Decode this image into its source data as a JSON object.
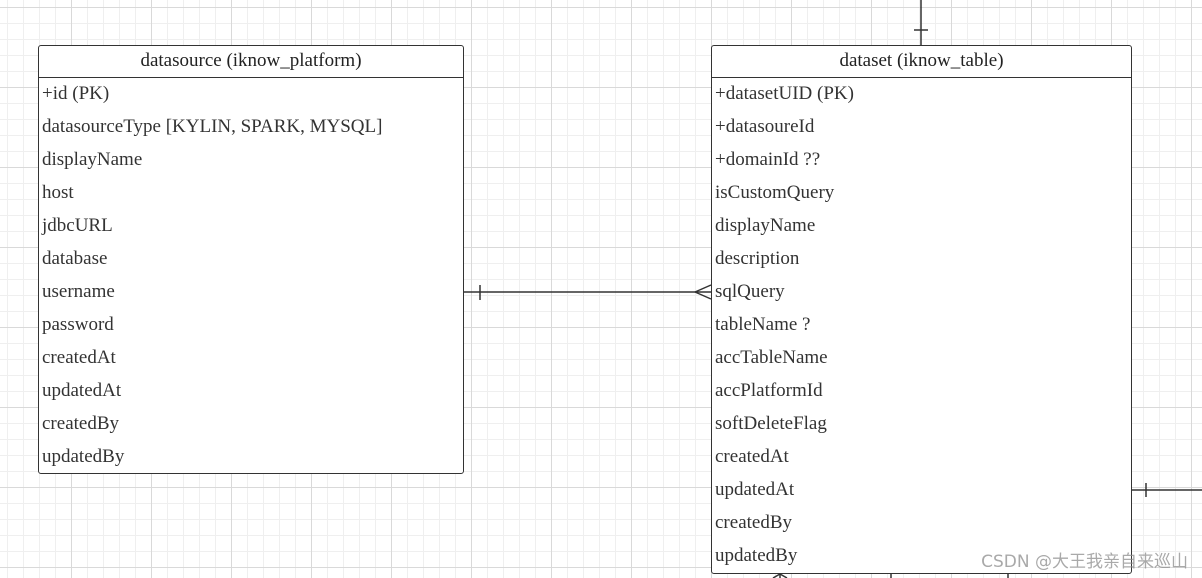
{
  "entities": {
    "datasource": {
      "title": "datasource (iknow_platform)",
      "fields": [
        "+id (PK)",
        "datasourceType [KYLIN, SPARK, MYSQL]",
        "displayName",
        "host",
        "jdbcURL",
        "database",
        "username",
        "password",
        "createdAt",
        "updatedAt",
        "createdBy",
        "updatedBy"
      ]
    },
    "dataset": {
      "title": "dataset (iknow_table)",
      "fields": [
        "+datasetUID  (PK)",
        "+datasoureId",
        "+domainId ??",
        "isCustomQuery",
        "displayName",
        "description",
        "sqlQuery",
        "tableName ?",
        "accTableName",
        "accPlatformId",
        "softDeleteFlag",
        "createdAt",
        "updatedAt",
        "createdBy",
        "updatedBy"
      ]
    }
  },
  "relationships": [
    {
      "from": "datasource",
      "to": "dataset",
      "from_cardinality": "one",
      "to_cardinality": "many"
    }
  ],
  "watermark": "CSDN @大王我亲自来巡山"
}
